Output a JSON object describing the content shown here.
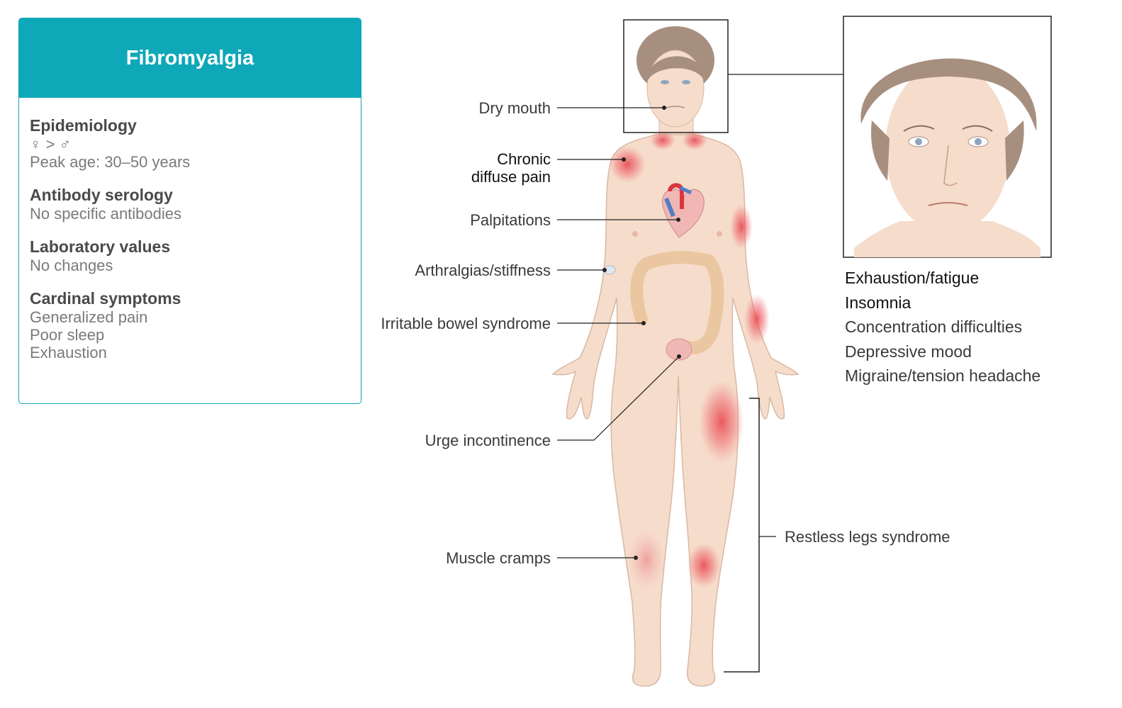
{
  "card": {
    "title": "Fibromyalgia",
    "sections": [
      {
        "heading": "Epidemiology",
        "lines": [
          "♀ > ♂",
          "Peak age: 30–50 years"
        ]
      },
      {
        "heading": "Antibody serology",
        "lines": [
          "No specific antibodies"
        ]
      },
      {
        "heading": "Laboratory values",
        "lines": [
          "No changes"
        ]
      },
      {
        "heading": "Cardinal symptoms",
        "lines": [
          "Generalized pain",
          "Poor sleep",
          "Exhaustion"
        ]
      }
    ]
  },
  "callouts": {
    "dry_mouth": "Dry mouth",
    "chronic_pain_1": "Chronic",
    "chronic_pain_2": "diffuse pain",
    "palpitations": "Palpitations",
    "arthralgias": "Arthralgias/stiffness",
    "ibs": "Irritable bowel syndrome",
    "urge": "Urge incontinence",
    "cramps": "Muscle cramps",
    "restless_legs": "Restless legs syndrome"
  },
  "head_symptoms": [
    {
      "label": "Exhaustion/fatigue",
      "emphasis": true
    },
    {
      "label": "Insomnia",
      "emphasis": true
    },
    {
      "label": "Concentration difficulties",
      "emphasis": false
    },
    {
      "label": "Depressive mood",
      "emphasis": false
    },
    {
      "label": "Migraine/tension headache",
      "emphasis": false
    }
  ],
  "colors": {
    "accent": "#0fa8b8",
    "skin": "#f6dccb",
    "pain": "#e8404a",
    "hair": "#a78f80"
  }
}
